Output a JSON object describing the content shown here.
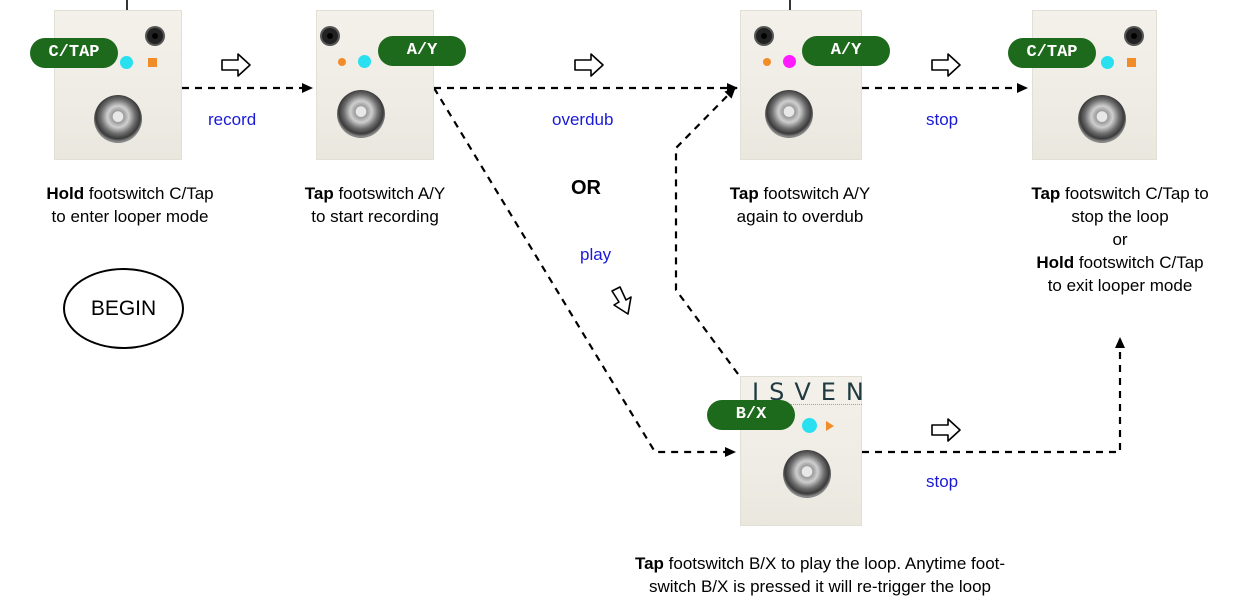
{
  "pedals": [
    {
      "label": "C/TAP"
    },
    {
      "label": "A/Y"
    },
    {
      "label": "A/Y"
    },
    {
      "label": "C/TAP"
    },
    {
      "label": "B/X"
    }
  ],
  "brand": "ISVEN",
  "transitions": {
    "record": "record",
    "overdub": "overdub",
    "stop_top": "stop",
    "play": "play",
    "stop_bottom": "stop"
  },
  "or_label": "OR",
  "begin_label": "BEGIN",
  "captions": {
    "c1": {
      "bold": "Hold",
      "l1": " footswitch C/Tap",
      "l2": "to enter looper mode"
    },
    "c2": {
      "bold": "Tap",
      "l1": " footswitch A/Y",
      "l2": "to start recording"
    },
    "c3": {
      "bold": "Tap",
      "l1": " footswitch A/Y",
      "l2": "again to overdub"
    },
    "c4": {
      "bold": "Tap",
      "l1": " footswitch C/Tap to",
      "l2": "stop the loop",
      "l3": "or",
      "bold2": "Hold",
      "l4": " footswitch C/Tap",
      "l5": "to exit looper mode"
    },
    "c5": {
      "bold": "Tap",
      "l1": " footswitch B/X to play the loop. Anytime foot-",
      "l2": "switch B/X is pressed it will re-trigger the loop"
    }
  },
  "colors": {
    "pill_green": "#1d6a1d",
    "led_cyan": "#29e0f0",
    "led_magenta": "#ff1aff",
    "led_orange": "#f28c28",
    "action_blue": "#1a1ad6"
  }
}
